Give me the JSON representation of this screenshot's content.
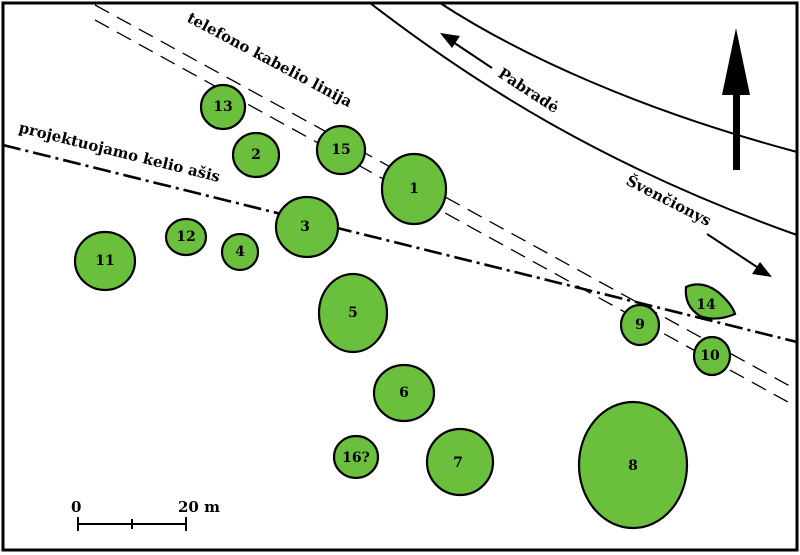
{
  "map": {
    "colors": {
      "mound_fill": "#6abf3c",
      "stroke": "#000000",
      "background": "#ffffff"
    },
    "labels": {
      "cable": "telefono kabelio linija",
      "road_axis": "projektuojamo kelio ašis",
      "toward_pabrade": "Pabradė",
      "toward_svencionys": "Švenčionys"
    },
    "scale": {
      "zero": "0",
      "end": "20 m"
    },
    "north_arrow": {
      "icon": "north-arrow-icon"
    },
    "mounds": [
      {
        "id": "13"
      },
      {
        "id": "2"
      },
      {
        "id": "15"
      },
      {
        "id": "1"
      },
      {
        "id": "12"
      },
      {
        "id": "4"
      },
      {
        "id": "3"
      },
      {
        "id": "11"
      },
      {
        "id": "5"
      },
      {
        "id": "6"
      },
      {
        "id": "16?"
      },
      {
        "id": "7"
      },
      {
        "id": "8"
      },
      {
        "id": "9"
      },
      {
        "id": "10"
      },
      {
        "id": "14"
      }
    ]
  }
}
